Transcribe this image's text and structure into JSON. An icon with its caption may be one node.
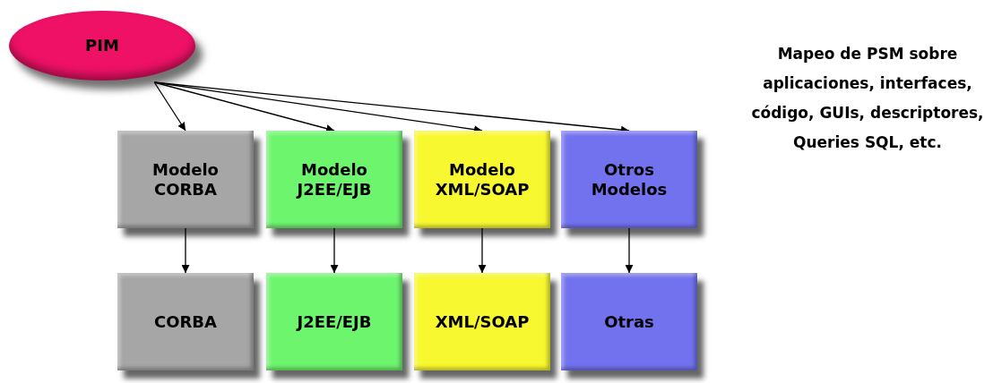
{
  "diagram": {
    "nodes": [
      {
        "text": [
          "PIM"
        ]
      },
      {
        "text": [
          "Modelo CORBA"
        ]
      },
      {
        "text": [
          "Modelo J2EE/EJB"
        ]
      },
      {
        "text": [
          "Modelo XML/SOAP"
        ]
      },
      {
        "text": [
          "Otros Modelos"
        ]
      },
      {
        "text": [
          "CORBA"
        ]
      },
      {
        "text": [
          "J2EE/EJB"
        ]
      },
      {
        "text": [
          "XML/SOAP"
        ]
      },
      {
        "text": [
          "Otras"
        ]
      }
    ],
    "edges": [
      {
        "from": 0,
        "to": 1,
        "arrow": "to"
      },
      {
        "from": 0,
        "to": 2,
        "arrow": "to"
      },
      {
        "from": 0,
        "to": 3,
        "arrow": "to"
      },
      {
        "from": 0,
        "to": 4,
        "arrow": "to"
      },
      {
        "from": 1,
        "to": 5,
        "arrow": "to"
      },
      {
        "from": 2,
        "to": 6,
        "arrow": "to"
      },
      {
        "from": 3,
        "to": 7,
        "arrow": "to"
      },
      {
        "from": 4,
        "to": 8,
        "arrow": "to"
      }
    ],
    "labels": [
      "Mapeo de PSM sobre aplicaciones, interfaces, código, GUIs, descriptores, Queries SQL, etc."
    ]
  }
}
